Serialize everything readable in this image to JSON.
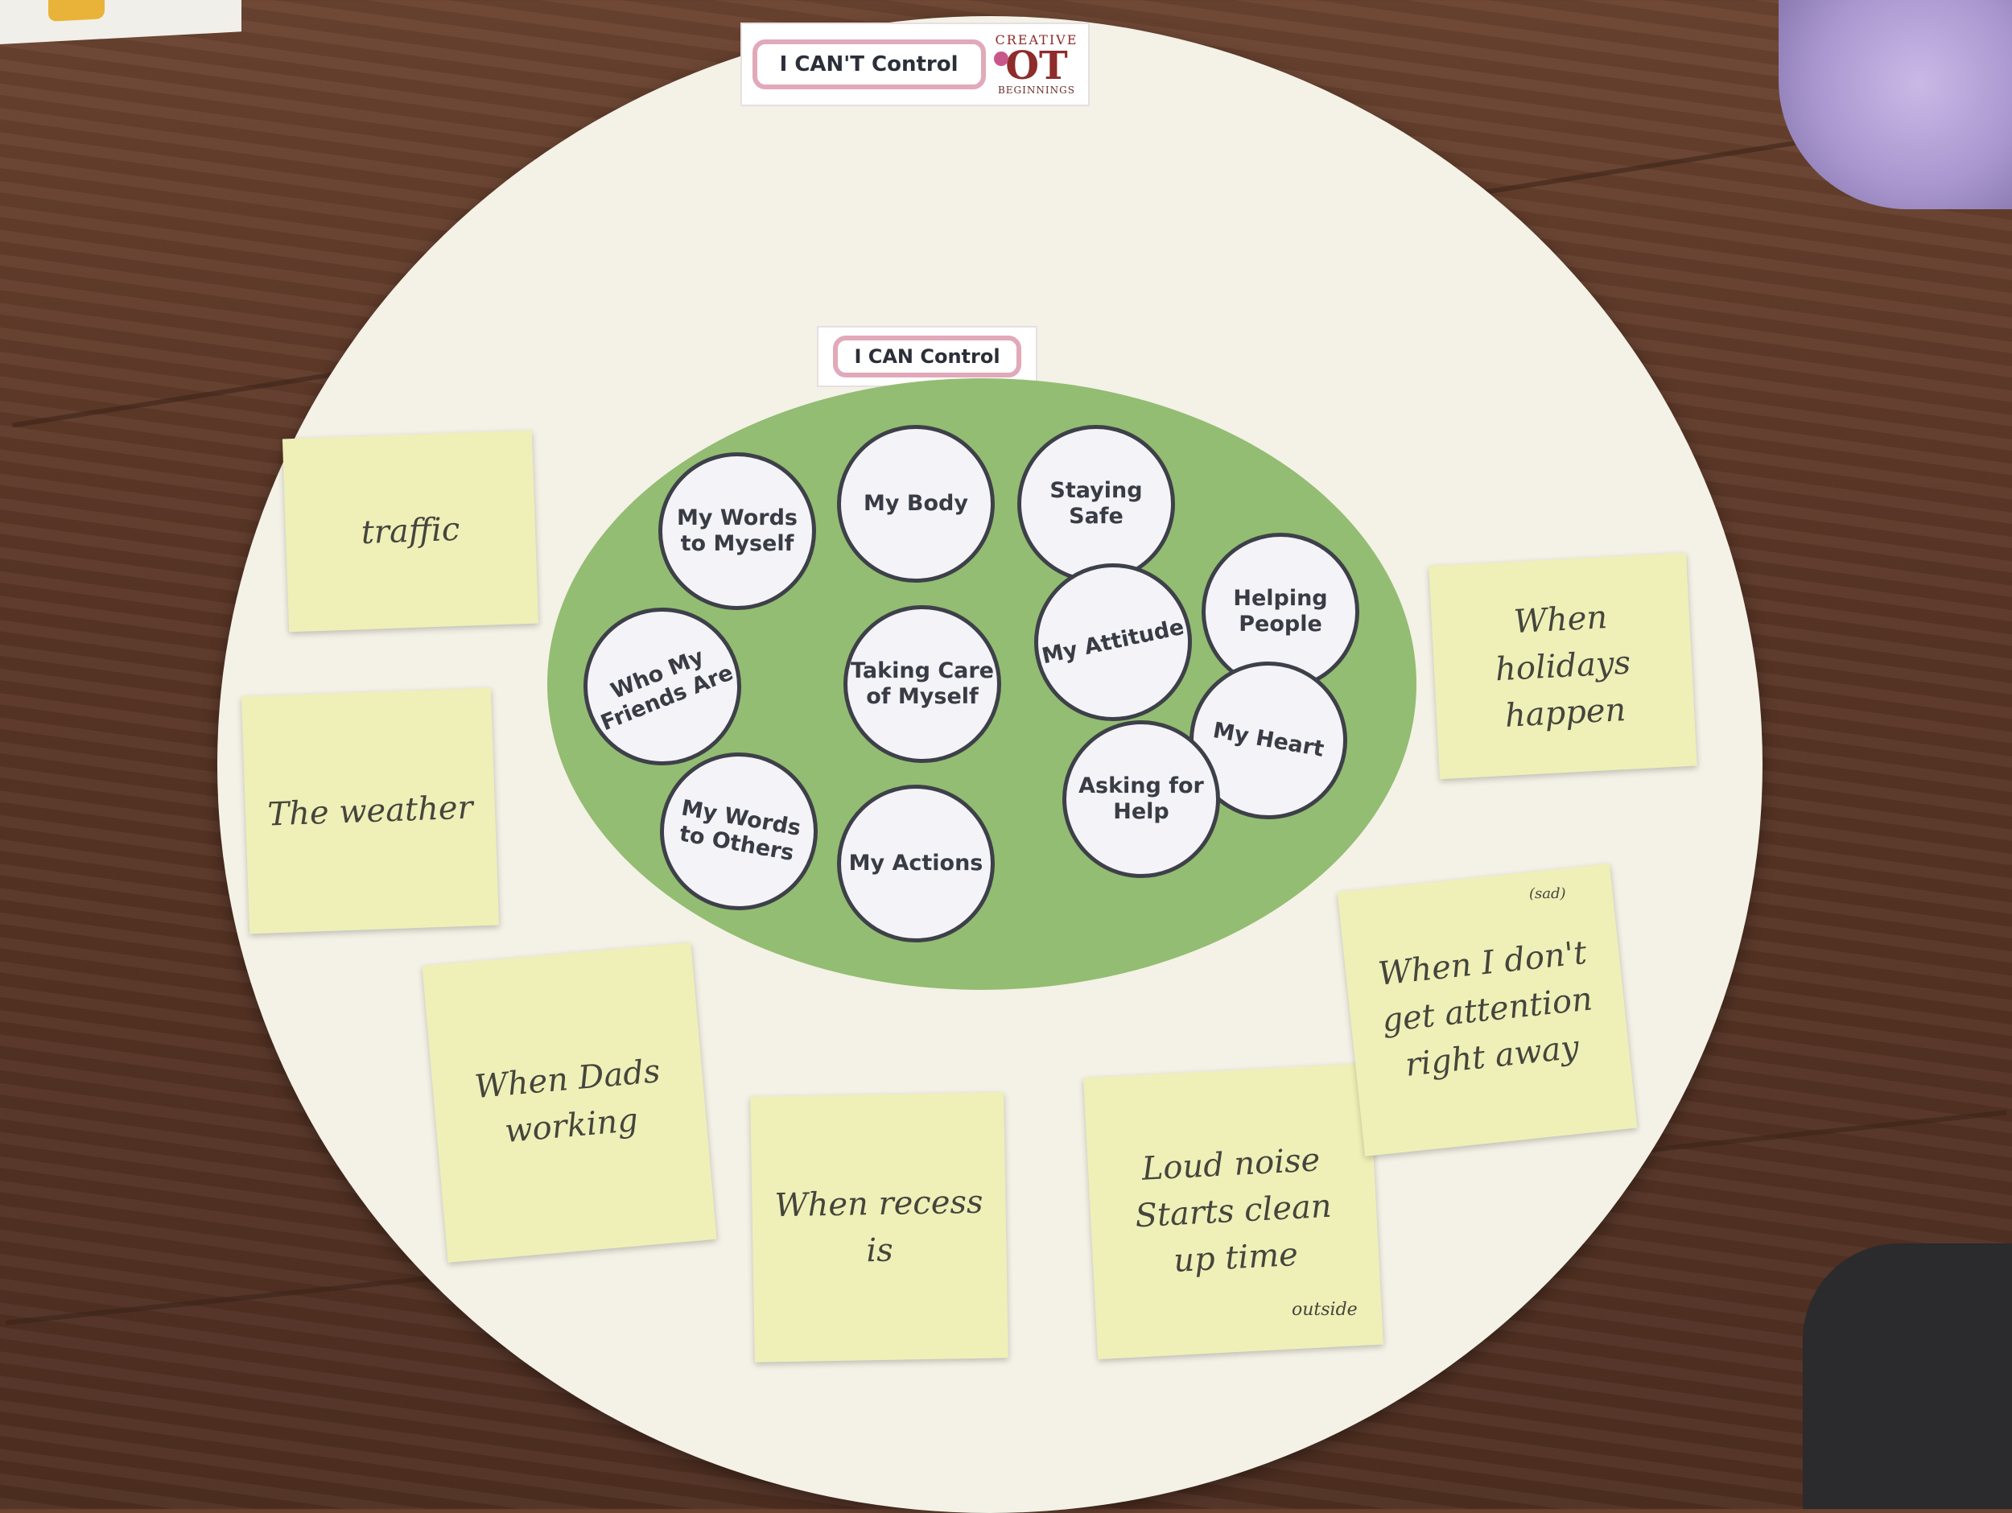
{
  "board": {
    "outer_label": "I CAN'T Control",
    "inner_label": "I CAN Control",
    "logo": {
      "top": "CREATIVE",
      "mark": "OT",
      "bottom": "BEGINNINGS",
      "color": "#8e2b2b"
    },
    "colors": {
      "board": "#f4f1e6",
      "green_circle": "#93bd72",
      "sticky": "#eef0b8",
      "table": "#5a3626"
    }
  },
  "can_control": [
    "My Words to Myself",
    "My Body",
    "Staying Safe",
    "Who My Friends Are",
    "Taking Care of Myself",
    "My Attitude",
    "Helping People",
    "My Heart",
    "Asking for Help",
    "My Words to Others",
    "My Actions"
  ],
  "cant_control": [
    "traffic",
    "The weather",
    "When Dads working",
    "When recess is",
    "Loud noise Starts clean up time",
    "When I don't get attention right away",
    "When holidays happen"
  ],
  "annotations": {
    "outside": "outside",
    "sad": "(sad)"
  }
}
